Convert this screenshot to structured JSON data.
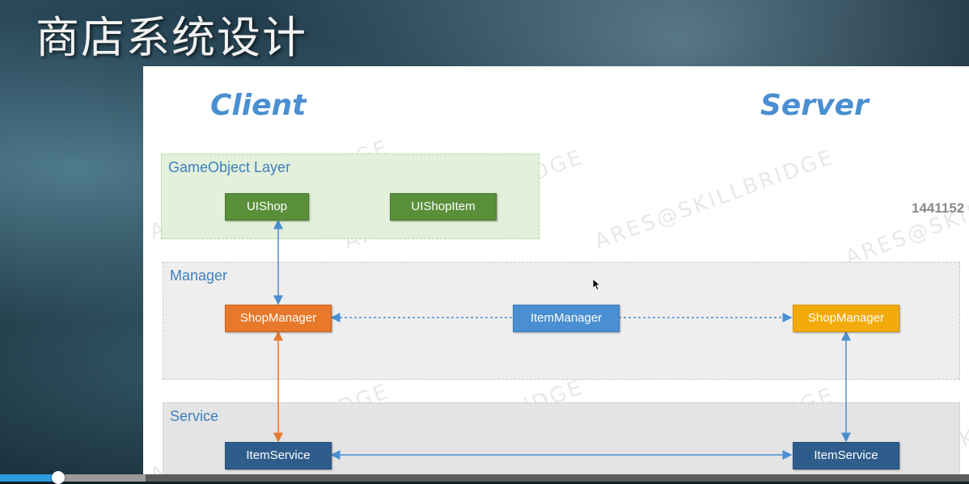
{
  "title": "商店系统设计",
  "sides": {
    "client": "Client",
    "server": "Server"
  },
  "layers": {
    "gameobject": "GameObject Layer",
    "manager": "Manager",
    "service": "Service"
  },
  "boxes": {
    "uishop": "UIShop",
    "uishopitem": "UIShopItem",
    "shopmanager_client": "ShopManager",
    "itemmanager": "ItemManager",
    "shopmanager_server": "ShopManager",
    "itemservice_client": "ItemService",
    "itemservice_server": "ItemService"
  },
  "watermark_text": "ARES@SKILLBRIDGE",
  "id_number": "1441152",
  "colors": {
    "gameobject_box": "#5a8f3a",
    "client_shopmanager": "#e8782a",
    "itemmanager": "#4a8fd1",
    "server_shopmanager": "#f2ab0a",
    "itemservice": "#2e5d8c",
    "connector_blue": "#4a8fd1",
    "connector_orange": "#e8782a"
  },
  "player": {
    "played_fraction": 0.06,
    "buffered_fraction": 0.15
  }
}
